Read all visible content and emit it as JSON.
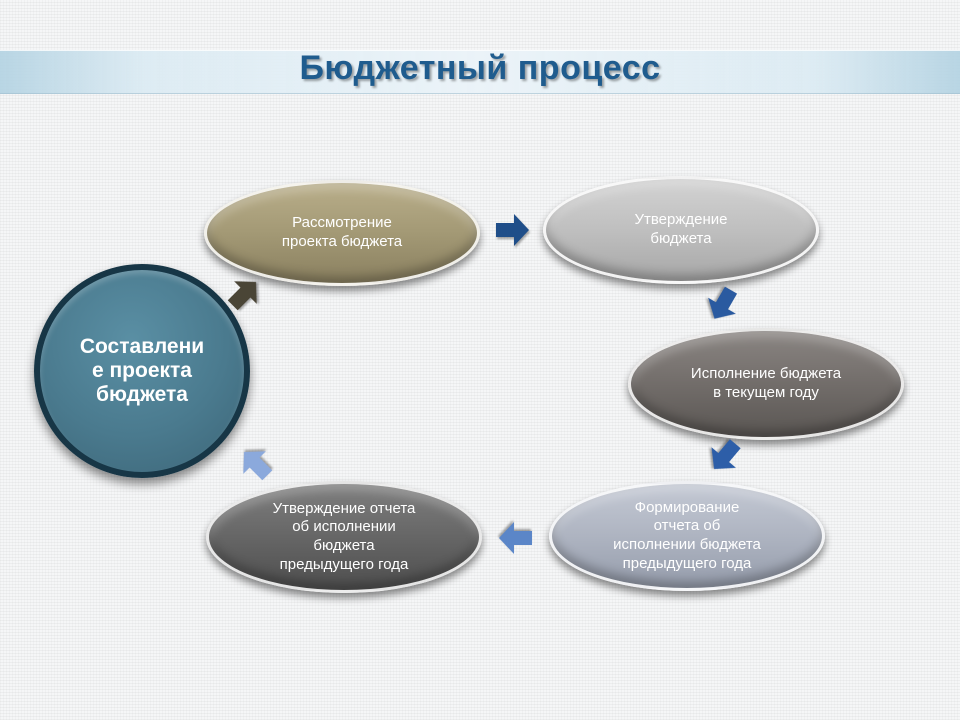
{
  "slide": {
    "title": "Бюджетный процесс"
  },
  "diagram": {
    "nodes": [
      {
        "id": "start",
        "label": "Составлени\nе проекта\nбюджета"
      },
      {
        "id": "review",
        "label": "Рассмотрение\nпроекта бюджета"
      },
      {
        "id": "approve",
        "label": "Утверждение\nбюджета"
      },
      {
        "id": "execute",
        "label": "Исполнение бюджета\nв текущем году"
      },
      {
        "id": "report",
        "label": "Формирование\nотчета об\nисполнении бюджета\nпредыдущего года"
      },
      {
        "id": "approve_report",
        "label": "Утверждение отчета\nоб исполнении\nбюджета\nпредыдущего года"
      }
    ],
    "colors": {
      "start": "#4a7a8e",
      "review": "#a39975",
      "approve": "#bfbfbf",
      "execute": "#726d6a",
      "report": "#aeb4c1",
      "approve_report": "#666666",
      "arrow_dark": "#4a4536",
      "arrow_navy": "#1f4e89",
      "arrow_blue": "#5b86c8",
      "arrow_light": "#8ba9dc",
      "title": "#1f5c8e"
    },
    "arrows": [
      {
        "from": "start",
        "to": "review",
        "icon": "arrow-right-icon",
        "color": "#4a4536"
      },
      {
        "from": "review",
        "to": "approve",
        "icon": "arrow-right-icon",
        "color": "#1f4e89"
      },
      {
        "from": "approve",
        "to": "execute",
        "icon": "arrow-right-icon",
        "color": "#2a5aa0"
      },
      {
        "from": "execute",
        "to": "report",
        "icon": "arrow-right-icon",
        "color": "#2d5ea8"
      },
      {
        "from": "report",
        "to": "approve_report",
        "icon": "arrow-right-icon",
        "color": "#5b86c8"
      },
      {
        "from": "approve_report",
        "to": "start",
        "icon": "arrow-right-icon",
        "color": "#8ba9dc"
      }
    ]
  }
}
